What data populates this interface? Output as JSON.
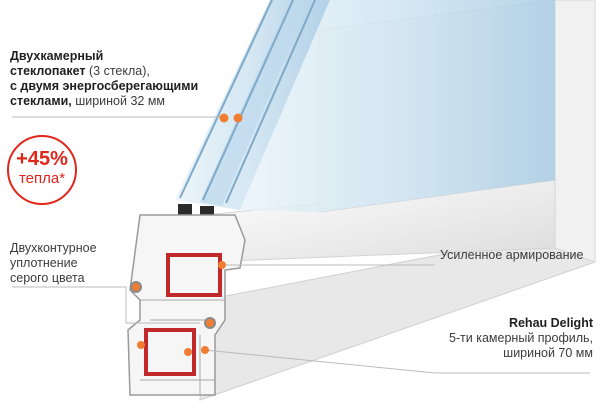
{
  "glass_unit": {
    "title_line1": "Двухкамерный",
    "title_line2": "стеклопакет",
    "title_line2_rest": " (3 стекла),",
    "line3": "с двумя энергосберегающими",
    "line4_bold": "стеклами,",
    "line4_rest": " шириной 32 мм"
  },
  "badge": {
    "value": "+45%",
    "caption": "тепла*",
    "color": "#e1251b"
  },
  "seal": {
    "line1": "Двухконтурное",
    "line2": "уплотнение",
    "line3": "серого цвета"
  },
  "reinforcement": {
    "label": "Усиленное армирование"
  },
  "profile": {
    "title": "Rehau Delight",
    "line2": "5-ти камерный профиль,",
    "line3": "шириной 70 мм"
  },
  "colors": {
    "accent_orange": "#f07d32",
    "reinforcement_red": "#c0282a",
    "profile_white": "#f2f2f2"
  }
}
